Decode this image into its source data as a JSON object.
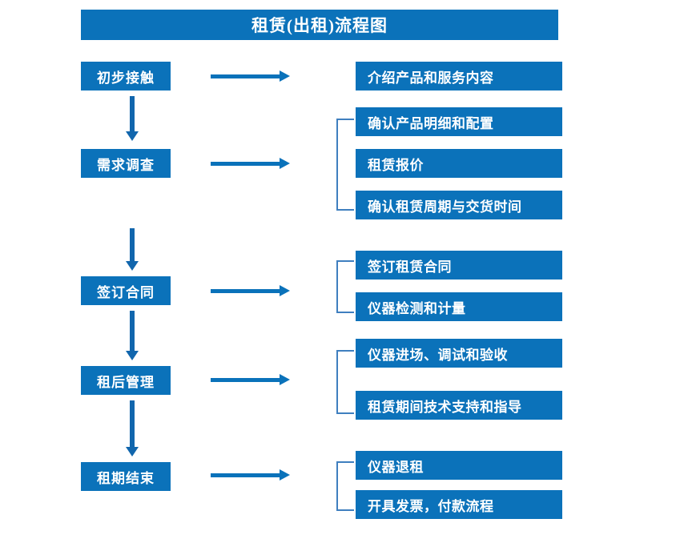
{
  "diagram": {
    "title": "租赁(出租)流程图",
    "accent_color": "#0b72ba",
    "bracket_color": "#3f7fbf",
    "arrow_color": "#0a72ba",
    "text_color": "#ffffff",
    "background_color": "#ffffff",
    "stages": [
      {
        "label": "初步接触"
      },
      {
        "label": "需求调查"
      },
      {
        "label": "签订合同"
      },
      {
        "label": "租后管理"
      },
      {
        "label": "租期结束"
      }
    ],
    "details": [
      {
        "label": "介绍产品和服务内容"
      },
      {
        "label": "确认产品明细和配置"
      },
      {
        "label": "租赁报价"
      },
      {
        "label": "确认租赁周期与交货时间"
      },
      {
        "label": "签订租赁合同"
      },
      {
        "label": "仪器检测和计量"
      },
      {
        "label": "仪器进场、调试和验收"
      },
      {
        "label": "租赁期间技术支持和指导"
      },
      {
        "label": "仪器退租"
      },
      {
        "label": "开具发票，付款流程"
      }
    ],
    "groups": [
      {
        "name": "需求调查-group",
        "items": [
          "确认产品明细和配置",
          "租赁报价",
          "确认租赁周期与交货时间"
        ]
      },
      {
        "name": "签订合同-group",
        "items": [
          "签订租赁合同",
          "仪器检测和计量"
        ]
      },
      {
        "name": "租后管理-group",
        "items": [
          "仪器进场、调试和验收",
          "租赁期间技术支持和指导"
        ]
      },
      {
        "name": "租期结束-group",
        "items": [
          "仪器退租",
          "开具发票，付款流程"
        ]
      }
    ]
  }
}
